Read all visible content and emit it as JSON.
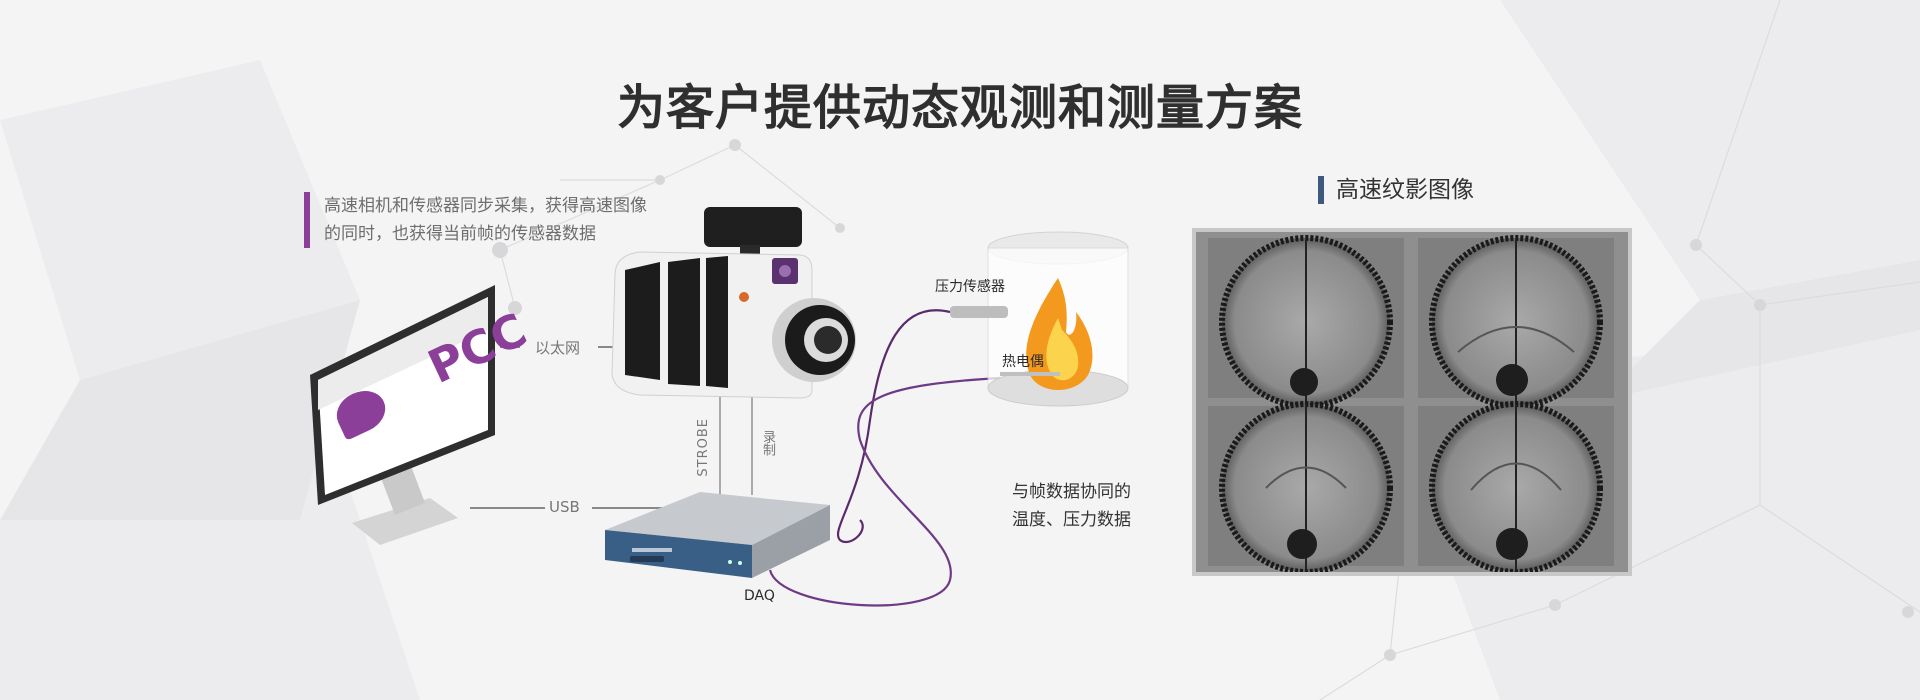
{
  "title": "为客户提供动态观测和测量方案",
  "intro": {
    "line1": "高速相机和传感器同步采集，获得高速图像",
    "line2": "的同时，也获得当前帧的传感器数据"
  },
  "monitor": {
    "logo_text": "PCC"
  },
  "connections": {
    "ethernet": "以太网",
    "usb": "USB",
    "strobe": "STROBE",
    "record": "录制",
    "daq": "DAQ"
  },
  "sensors": {
    "pressure": "压力传感器",
    "thermocouple": "热电偶"
  },
  "data_note": {
    "line1": "与帧数据协同的",
    "line2": "温度、压力数据"
  },
  "schlieren": {
    "title": "高速纹影图像",
    "frames": 4
  },
  "colors": {
    "accent_purple": "#8b3f99",
    "accent_blue": "#3d5a7e",
    "daq_blue": "#3a5f86",
    "flame_orange": "#f39a1e"
  }
}
